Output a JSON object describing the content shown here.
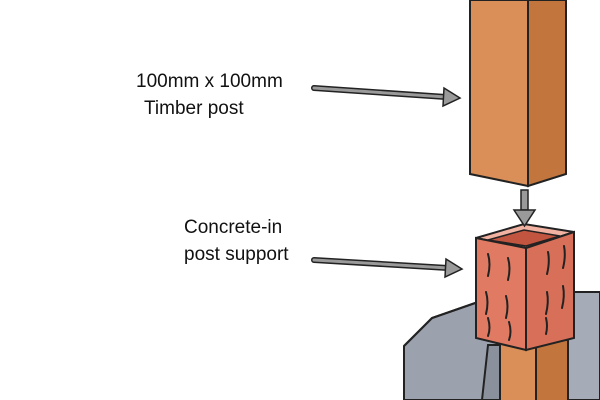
{
  "labels": {
    "timber_post": {
      "line1": "100mm x 100mm",
      "line2": "Timber post"
    },
    "post_support": {
      "line1": "Concrete-in",
      "line2": "post support"
    }
  },
  "colors": {
    "timber": "#d98f57",
    "timber_dark": "#b86d3a",
    "support": "#e07a62",
    "support_dark": "#c2553f",
    "concrete": "#9a9fad",
    "concrete_dark": "#7d8291",
    "arrow": "#9a9a9a"
  }
}
